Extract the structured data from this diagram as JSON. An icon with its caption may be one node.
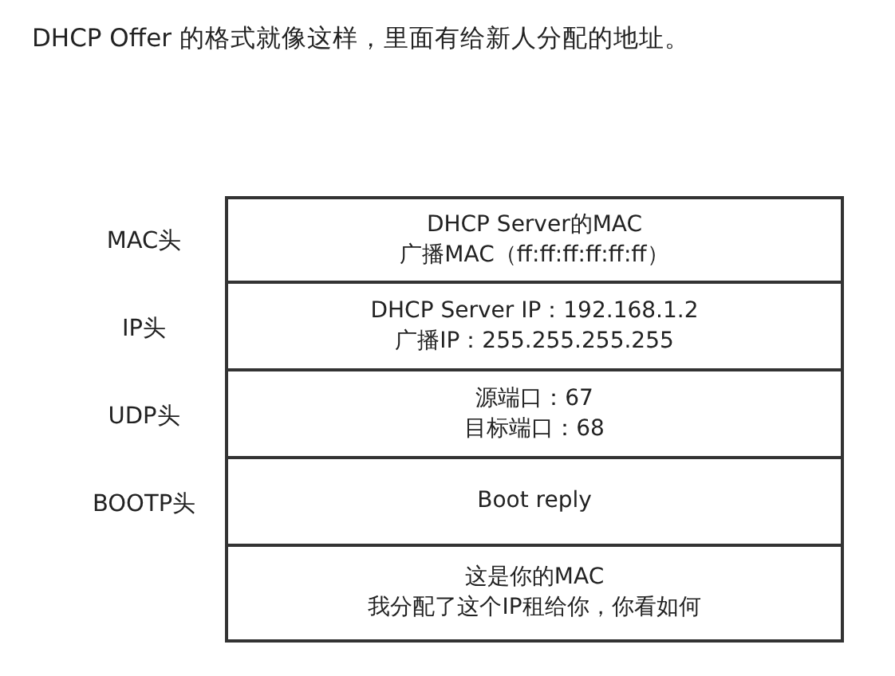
{
  "diagram": {
    "title": "DHCP Offer 的格式就像这样，里面有给新人分配的地址。",
    "nodes": [
      {
        "text": [
          "DHCP Server的MAC",
          "广播MAC（ff:ff:ff:ff:ff:ff）"
        ],
        "beside": [
          "MAC头"
        ]
      },
      {
        "text": [
          "DHCP Server IP：192.168.1.2",
          "广播IP：255.255.255.255"
        ],
        "beside": [
          "IP头"
        ]
      },
      {
        "text": [
          "源端口：67",
          "目标端口：68"
        ],
        "beside": [
          "UDP头"
        ]
      },
      {
        "text": [
          "Boot reply"
        ],
        "beside": [
          "BOOTP头"
        ]
      },
      {
        "text": [
          "这是你的MAC",
          "我分配了这个IP租给你，你看如何"
        ]
      }
    ]
  }
}
